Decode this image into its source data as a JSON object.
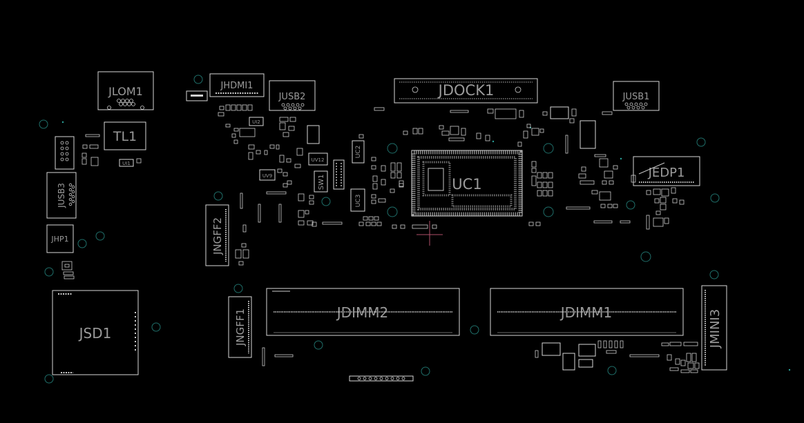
{
  "board": {
    "background": "#000000",
    "outline_color": "#d8d8d8",
    "hole_color": "#1f6f6a",
    "marker_color": "#b0506a"
  },
  "labels": {
    "jlom1": "JLOM1",
    "jhdmi1": "JHDMI1",
    "jusb2": "JUSB2",
    "jdock1": "JDOCK1",
    "jusb1": "JUSB1",
    "tl1": "TL1",
    "jusb3": "JUSB3",
    "jhp1": "JHP1",
    "jsd1": "JSD1",
    "jngff2": "JNGFF2",
    "jngff1": "JNGFF1",
    "jdimm2": "JDIMM2",
    "jdimm1": "JDIMM1",
    "jmini3": "JMINI3",
    "uc1": "UC1",
    "jedp1": "JEDP1",
    "uc2": "UC2",
    "uc3": "UC3",
    "sw1": "SW1",
    "uv9": "UV9",
    "uv12": "UV12",
    "ui2": "UI2",
    "ui1": "UI1"
  }
}
